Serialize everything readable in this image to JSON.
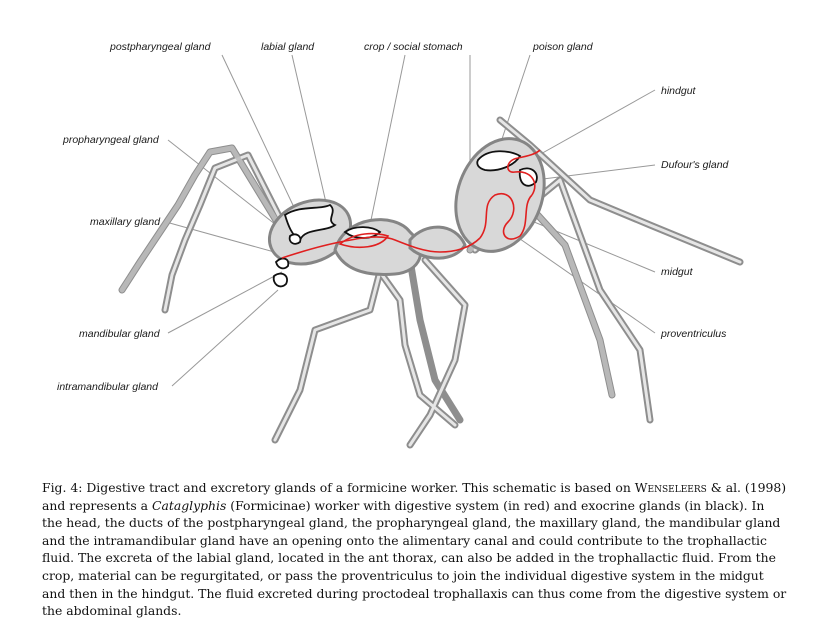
{
  "labels": {
    "postpharyngeal": "postpharyngeal gland",
    "labial": "labial gland",
    "crop": "crop / social stomach",
    "poison": "poison gland",
    "hindgut": "hindgut",
    "propharyngeal": "propharyngeal gland",
    "dufours": "Dufour's gland",
    "maxillary": "maxillary gland",
    "midgut": "midgut",
    "mandibular": "mandibular gland",
    "proventriculus": "proventriculus",
    "intramandibular": "intramandibular gland"
  },
  "caption": {
    "fig": "Fig. 4: Digestive tract and excretory glands of a formicine worker. This schematic is based on ",
    "author": "Wenseleers",
    "after_author": " & al. (1998) and represents a ",
    "genus": "Cataglyphis",
    "rest": " (Formicinae) worker with digestive system (in red) and exocrine glands (in black). In the head, the ducts of the postpharyngeal gland, the propharyngeal gland, the maxillary gland, the mandibular gland and the intramandibular gland have an opening onto the alimentary canal and could contribute to the trophallactic fluid. The excreta of the labial gland, located in the ant thorax, can also be added in the trophallactic fluid. From the crop, material can be regurgitated, or pass the proventriculus to join the individual digestive system in the midgut and then in the hindgut. The fluid excreted during proctodeal trophallaxis can thus come from the digestive system or the abdominal glands."
  },
  "colors": {
    "digestive": "#e02020",
    "glands": "#111111",
    "body": "#d8d8d8",
    "outline": "#8a8a8a"
  }
}
